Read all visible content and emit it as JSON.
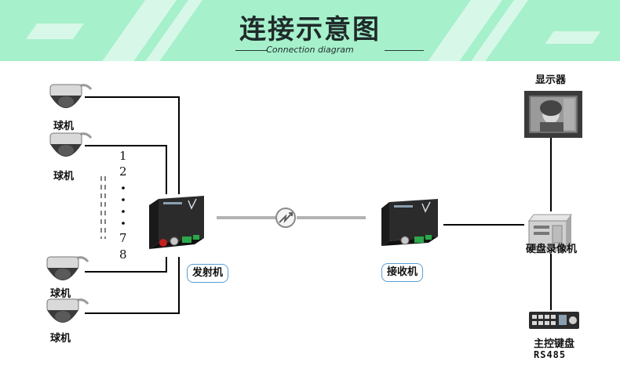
{
  "header": {
    "title": "连接示意图",
    "subtitle": "Connection diagram"
  },
  "cameras": [
    {
      "label": "球机"
    },
    {
      "label": "球机"
    },
    {
      "label": "球机"
    },
    {
      "label": "球机"
    }
  ],
  "channel_numbers": [
    "1",
    "2",
    "7",
    "8"
  ],
  "transmitter": {
    "label": "发射机"
  },
  "receiver": {
    "label": "接收机"
  },
  "monitor": {
    "label": "显示器"
  },
  "dvr": {
    "label": "硬盘录像机"
  },
  "keyboard": {
    "label": "主控键盘",
    "protocol": "RS485"
  },
  "colors": {
    "banner": "#a6f0cc",
    "pill_border": "#5a9fd4",
    "fiber": "#b3b3b3",
    "device_body": "#2b2b2b"
  },
  "icons": {
    "camera": "dome-camera-icon",
    "transmitter": "fiber-transmitter-icon",
    "receiver": "fiber-receiver-icon",
    "fiber": "fiber-link-icon",
    "monitor": "monitor-icon",
    "dvr": "dvr-icon",
    "keyboard": "keyboard-icon"
  }
}
